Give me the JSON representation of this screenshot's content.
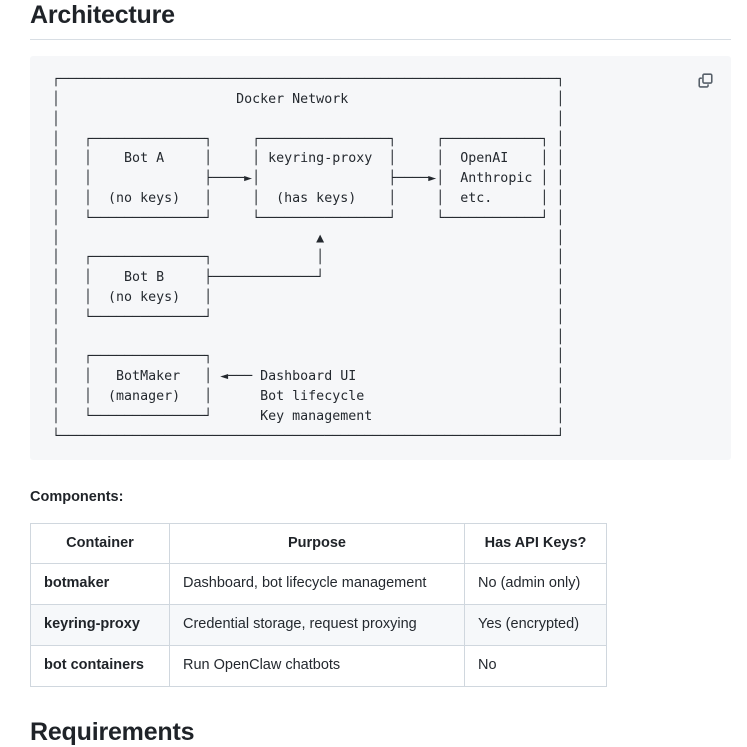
{
  "architecture": {
    "title": "Architecture",
    "copy_button_label": "copy-icon",
    "diagram": " ┌──────────────────────────────────────────────────────────────┐\n │                      Docker Network                          │\n │                                                              │\n │   ┌──────────────┐     ┌────────────────┐     ┌────────────┐ │\n │   │    Bot A     │     │ keyring-proxy  │     │  OpenAI    │ │\n │   │              ├────►│                ├────►│  Anthropic │ │\n │   │  (no keys)   │     │  (has keys)    │     │  etc.      │ │\n │   └──────────────┘     └────────────────┘     └────────────┘ │\n │                                ▲                             │\n │   ┌──────────────┐             │                             │\n │   │    Bot B     ├─────────────┘                             │\n │   │  (no keys)   │                                           │\n │   └──────────────┘                                           │\n │                                                              │\n │   ┌──────────────┐                                           │\n │   │   BotMaker   │ ◄─── Dashboard UI                         │\n │   │  (manager)   │      Bot lifecycle                        │\n │   └──────────────┘      Key management                       │\n └──────────────────────────────────────────────────────────────┘"
  },
  "components": {
    "label": "Components:",
    "columns": [
      "Container",
      "Purpose",
      "Has API Keys?"
    ],
    "rows": [
      {
        "container": "botmaker",
        "purpose": "Dashboard, bot lifecycle management",
        "has_api_keys": "No (admin only)"
      },
      {
        "container": "keyring-proxy",
        "purpose": "Credential storage, request proxying",
        "has_api_keys": "Yes (encrypted)"
      },
      {
        "container": "bot containers",
        "purpose": "Run OpenClaw chatbots",
        "has_api_keys": "No"
      }
    ]
  },
  "requirements": {
    "title": "Requirements"
  },
  "colors": {
    "code_background": "#f6f7f9",
    "text": "#24292f",
    "heading": "#1f2328",
    "border": "#d0d7de",
    "rule": "#d8dee4",
    "stripe": "#f6f8fa",
    "icon": "#57606a"
  }
}
